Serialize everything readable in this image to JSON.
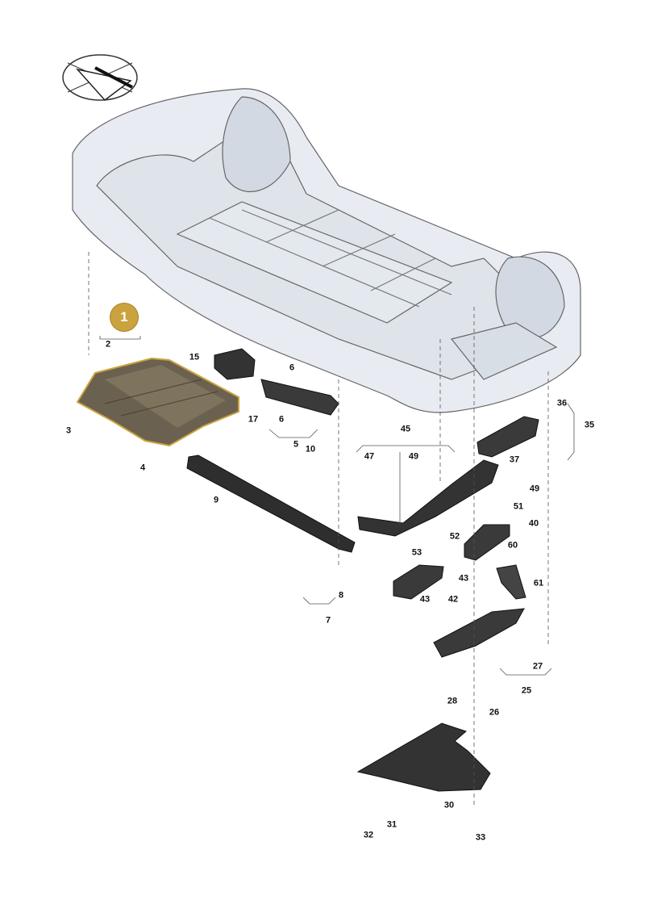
{
  "diagram": {
    "highlight": {
      "label": "1",
      "color": "#caa23e"
    },
    "callouts": [
      {
        "label": "2"
      },
      {
        "label": "3"
      },
      {
        "label": "4"
      },
      {
        "label": "15"
      },
      {
        "label": "6"
      },
      {
        "label": "17"
      },
      {
        "label": "6"
      },
      {
        "label": "5"
      },
      {
        "label": "10"
      },
      {
        "label": "9"
      },
      {
        "label": "8"
      },
      {
        "label": "7"
      },
      {
        "label": "45"
      },
      {
        "label": "47"
      },
      {
        "label": "49"
      },
      {
        "label": "36"
      },
      {
        "label": "35"
      },
      {
        "label": "37"
      },
      {
        "label": "49"
      },
      {
        "label": "51"
      },
      {
        "label": "40"
      },
      {
        "label": "52"
      },
      {
        "label": "53"
      },
      {
        "label": "60"
      },
      {
        "label": "61"
      },
      {
        "label": "43"
      },
      {
        "label": "43"
      },
      {
        "label": "42"
      },
      {
        "label": "27"
      },
      {
        "label": "25"
      },
      {
        "label": "28"
      },
      {
        "label": "26"
      },
      {
        "label": "30"
      },
      {
        "label": "31"
      },
      {
        "label": "32"
      },
      {
        "label": "33"
      }
    ],
    "colors": {
      "body_fill": "#e8ecf2",
      "part_dark": "#2a2a2a",
      "line": "#555555"
    }
  }
}
